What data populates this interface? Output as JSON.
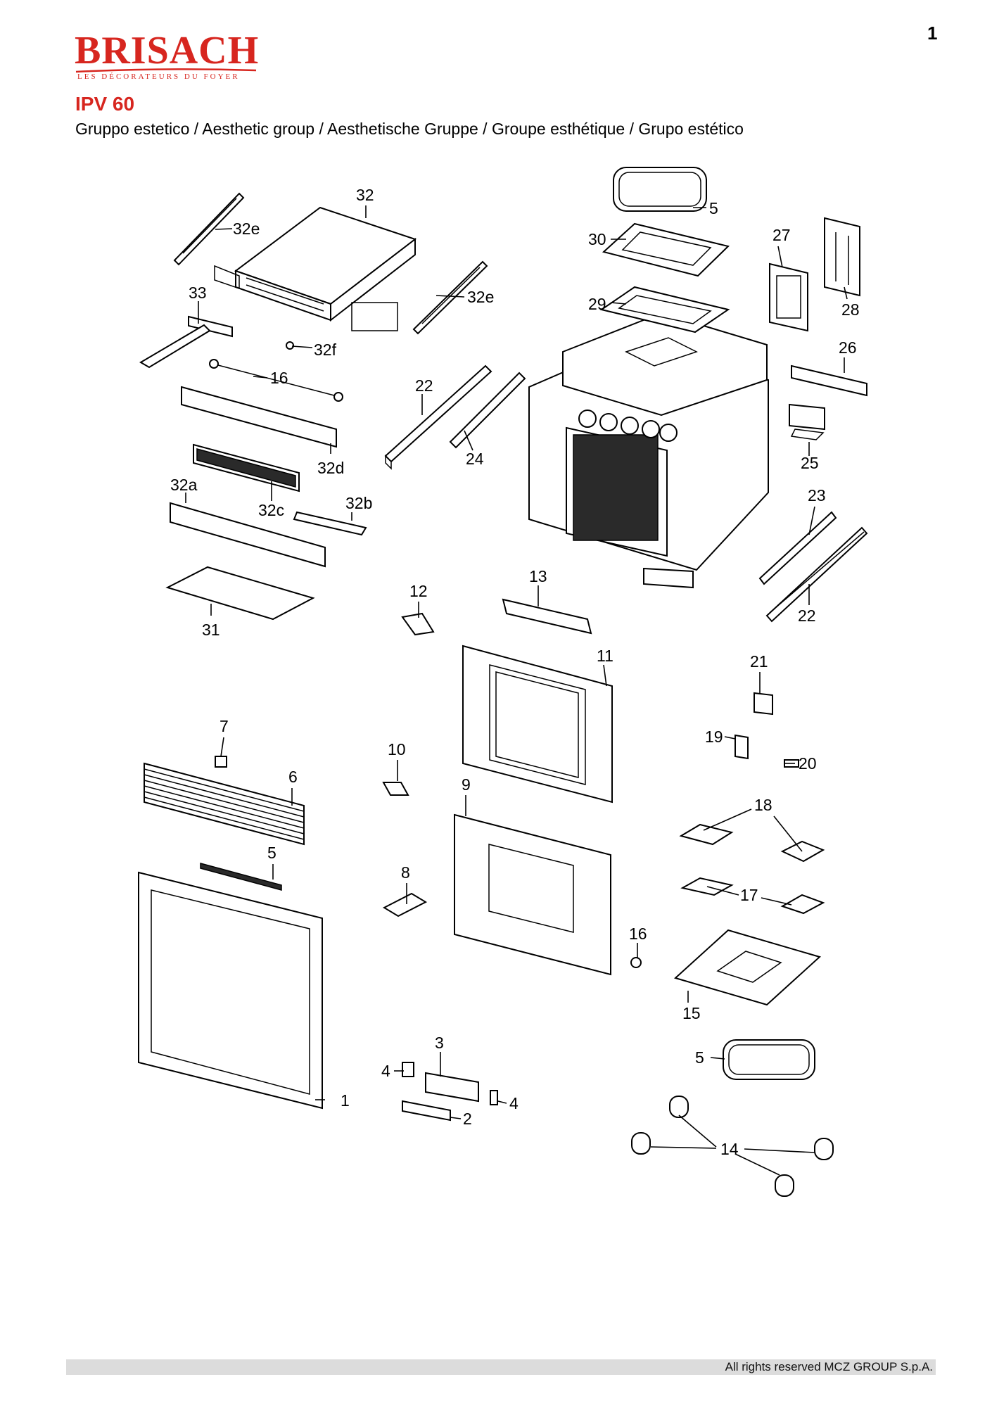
{
  "page": {
    "number": "1"
  },
  "brand": {
    "name": "BRISACH",
    "tagline": "LES DÉCORATEURS DU FOYER",
    "color": "#d7261f"
  },
  "header": {
    "model": "IPV 60",
    "subtitle": "Gruppo estetico / Aesthetic group / Aesthetische Gruppe / Groupe esthétique / Grupo estético"
  },
  "diagram": {
    "callouts": [
      {
        "id": "c-32",
        "label": "32"
      },
      {
        "id": "c-32e-a",
        "label": "32e"
      },
      {
        "id": "c-32e-b",
        "label": "32e"
      },
      {
        "id": "c-33",
        "label": "33"
      },
      {
        "id": "c-32f",
        "label": "32f"
      },
      {
        "id": "c-16-a",
        "label": "16"
      },
      {
        "id": "c-32d",
        "label": "32d"
      },
      {
        "id": "c-32a",
        "label": "32a"
      },
      {
        "id": "c-32c",
        "label": "32c"
      },
      {
        "id": "c-32b",
        "label": "32b"
      },
      {
        "id": "c-31",
        "label": "31"
      },
      {
        "id": "c-22-a",
        "label": "22"
      },
      {
        "id": "c-24",
        "label": "24"
      },
      {
        "id": "c-5-a",
        "label": "5"
      },
      {
        "id": "c-30",
        "label": "30"
      },
      {
        "id": "c-29",
        "label": "29"
      },
      {
        "id": "c-27",
        "label": "27"
      },
      {
        "id": "c-28",
        "label": "28"
      },
      {
        "id": "c-26",
        "label": "26"
      },
      {
        "id": "c-25",
        "label": "25"
      },
      {
        "id": "c-23",
        "label": "23"
      },
      {
        "id": "c-22-b",
        "label": "22"
      },
      {
        "id": "c-12",
        "label": "12"
      },
      {
        "id": "c-13",
        "label": "13"
      },
      {
        "id": "c-11",
        "label": "11"
      },
      {
        "id": "c-21",
        "label": "21"
      },
      {
        "id": "c-19",
        "label": "19"
      },
      {
        "id": "c-20",
        "label": "20"
      },
      {
        "id": "c-7",
        "label": "7"
      },
      {
        "id": "c-6",
        "label": "6"
      },
      {
        "id": "c-10",
        "label": "10"
      },
      {
        "id": "c-9",
        "label": "9"
      },
      {
        "id": "c-18",
        "label": "18"
      },
      {
        "id": "c-5-b",
        "label": "5"
      },
      {
        "id": "c-8",
        "label": "8"
      },
      {
        "id": "c-17",
        "label": "17"
      },
      {
        "id": "c-16-b",
        "label": "16"
      },
      {
        "id": "c-15",
        "label": "15"
      },
      {
        "id": "c-1",
        "label": "1"
      },
      {
        "id": "c-3",
        "label": "3"
      },
      {
        "id": "c-4-a",
        "label": "4"
      },
      {
        "id": "c-4-b",
        "label": "4"
      },
      {
        "id": "c-2",
        "label": "2"
      },
      {
        "id": "c-5-c",
        "label": "5"
      },
      {
        "id": "c-14",
        "label": "14"
      }
    ]
  },
  "footer": {
    "copyright": "All rights reserved MCZ GROUP S.p.A."
  }
}
